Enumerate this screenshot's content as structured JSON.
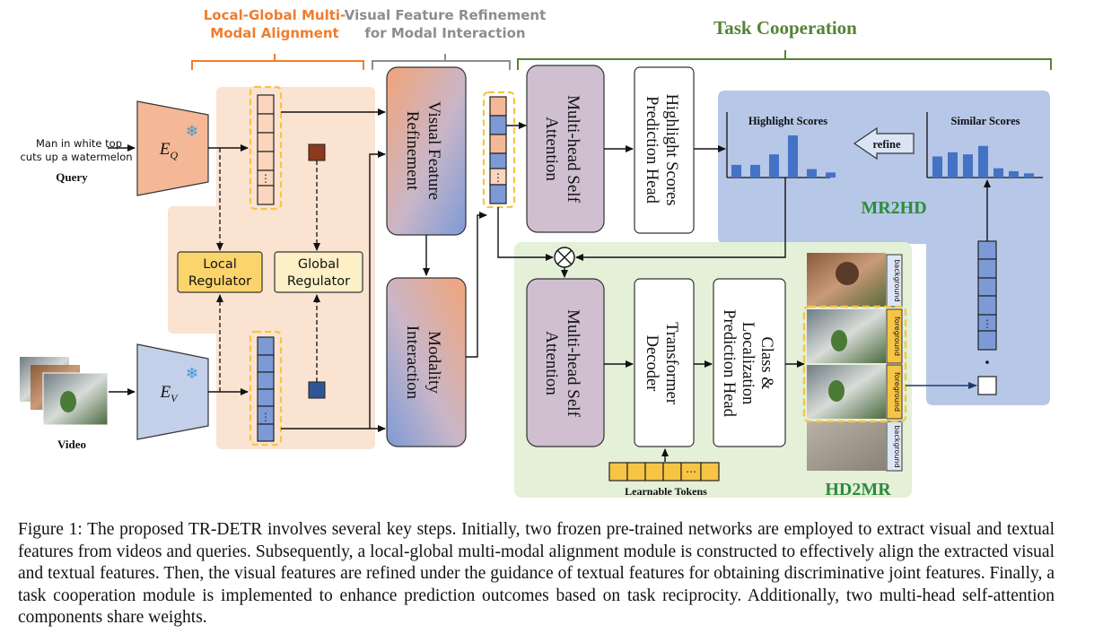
{
  "headers": {
    "local_global": [
      "Local-Global Multi-",
      "Modal Alignment"
    ],
    "visual_refine": [
      "Visual Feature Refinement",
      "for Modal Interaction"
    ],
    "task_coop": "Task Cooperation"
  },
  "inputs": {
    "query_text": [
      "Man in white top",
      "cuts up a watermelon"
    ],
    "query_label": "Query",
    "video_label": "Video"
  },
  "encoders": {
    "eq": "E",
    "eq_sub": "Q",
    "ev": "E",
    "ev_sub": "V",
    "frozen_icon": "snowflake-icon"
  },
  "regulators": {
    "local": [
      "Local",
      "Regulator"
    ],
    "global": [
      "Global",
      "Regulator"
    ]
  },
  "modules": {
    "vfr": [
      "Visual Feature",
      "Refinement"
    ],
    "mi": [
      "Modality",
      "Interaction"
    ],
    "mhsa_top": [
      "Multi-head Self",
      "Attention"
    ],
    "mhsa_bottom": [
      "Multi-head Self",
      "Attention"
    ],
    "hsph": [
      "Highlight Scores",
      "Prediction Head"
    ],
    "td": [
      "Transformer",
      "Decoder"
    ],
    "clph": [
      "Class &",
      "Localization",
      "Prediction Head"
    ]
  },
  "mr2hd": {
    "highlight_title": "Highlight Scores",
    "similar_title": "Similar Scores",
    "refine": "refine",
    "label": "MR2HD"
  },
  "hd2mr": {
    "label": "HD2MR",
    "tokens_label": "Learnable Tokens",
    "frame_tags": [
      "background",
      "foreground",
      "foreground",
      "background"
    ]
  },
  "chart_data": [
    {
      "type": "bar",
      "title": "Highlight Scores",
      "values": [
        0.3,
        0.3,
        0.55,
        1.0,
        0.2,
        0.12
      ]
    },
    {
      "type": "bar",
      "title": "Similar Scores",
      "values": [
        0.5,
        0.6,
        0.55,
        0.75,
        0.22,
        0.15,
        0.1
      ]
    }
  ],
  "colors": {
    "orange_panel": "#fbe3d2",
    "blue_panel": "#b7c7e8",
    "green_panel": "#e4f0d8",
    "header_orange": "#ef7d2f",
    "header_gray": "#8d8d8d",
    "header_green": "#548235",
    "bar_blue": "#4472c4",
    "mhsa_purple": "#cfbfd0"
  },
  "caption": "Figure 1: The proposed TR-DETR involves several key steps. Initially, two frozen pre-trained networks are employed to extract visual and textual features from videos and queries. Subsequently, a local-global multi-modal alignment module is constructed to effectively align the extracted visual and textual features. Then, the visual features are refined under the guidance of textual features for obtaining discriminative joint features. Finally, a task cooperation module is implemented to enhance prediction outcomes based on task reciprocity. Additionally, two multi-head self-attention components share weights."
}
